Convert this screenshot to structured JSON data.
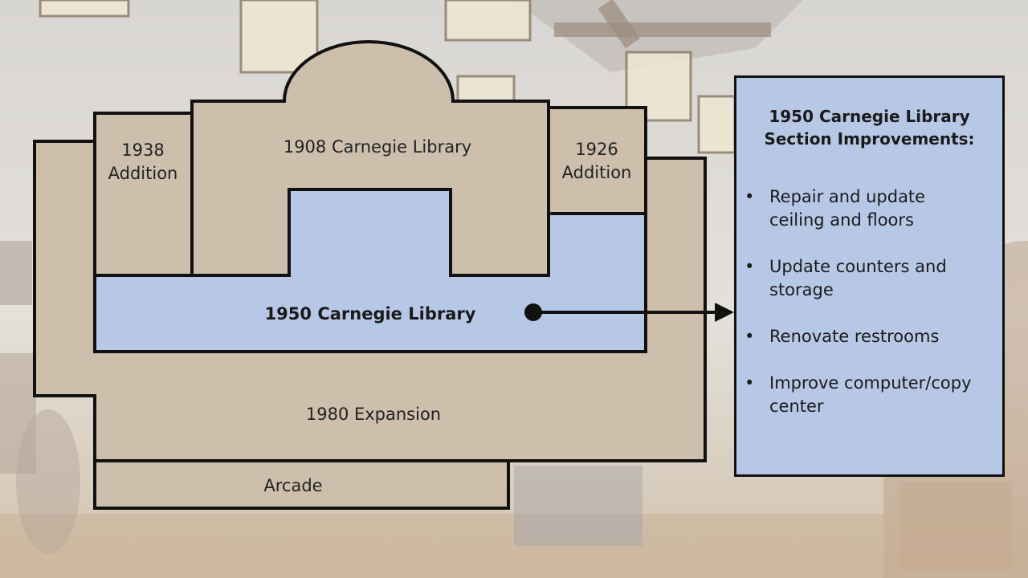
{
  "diagram": {
    "sections": {
      "carnegie_1908": "1908 Carnegie Library",
      "addition_1938_line1": "1938",
      "addition_1938_line2": "Addition",
      "addition_1926_line1": "1926",
      "addition_1926_line2": "Addition",
      "carnegie_1950": "1950 Carnegie Library",
      "expansion_1980": "1980 Expansion",
      "arcade": "Arcade"
    }
  },
  "panel": {
    "title_line1": "1950 Carnegie Library",
    "title_line2": "Section Improvements:",
    "bullet_symbol": "•",
    "items": [
      {
        "line1": "Repair and update",
        "line2": "ceiling and floors"
      },
      {
        "line1": "Update counters and",
        "line2": "storage"
      },
      {
        "line1": "Renovate restrooms",
        "line2": ""
      },
      {
        "line1": "Improve computer/copy",
        "line2": "center"
      }
    ]
  },
  "colors": {
    "tan": "#cdbfab",
    "blue": "#b7c8e6",
    "outline": "#111111"
  }
}
